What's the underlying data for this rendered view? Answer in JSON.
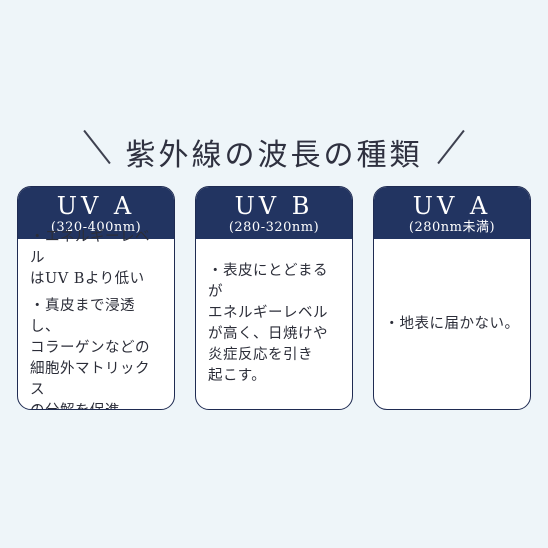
{
  "title": "紫外線の波長の種類",
  "cards": [
    {
      "name": "UV A",
      "range": "(320-400nm)",
      "bullets": [
        "・エネルギーレベル\nはUV Bより低い",
        "・真皮まで浸透し、\nコラーゲンなどの\n細胞外マトリックス\nの分解を促進。"
      ]
    },
    {
      "name": "UV B",
      "range": "(280-320nm)",
      "bullets": [
        "・表皮にとどまるが\nエネルギーレベル\nが高く、日焼けや\n炎症反応を引き\n起こす。"
      ]
    },
    {
      "name": "UV A",
      "range": "(280nm未満)",
      "bullets": [
        "・地表に届かない。"
      ]
    }
  ],
  "colors": {
    "background": "#eef5f9",
    "header": "#223461",
    "card_border": "#1f2b52",
    "text": "#2b2d38"
  }
}
